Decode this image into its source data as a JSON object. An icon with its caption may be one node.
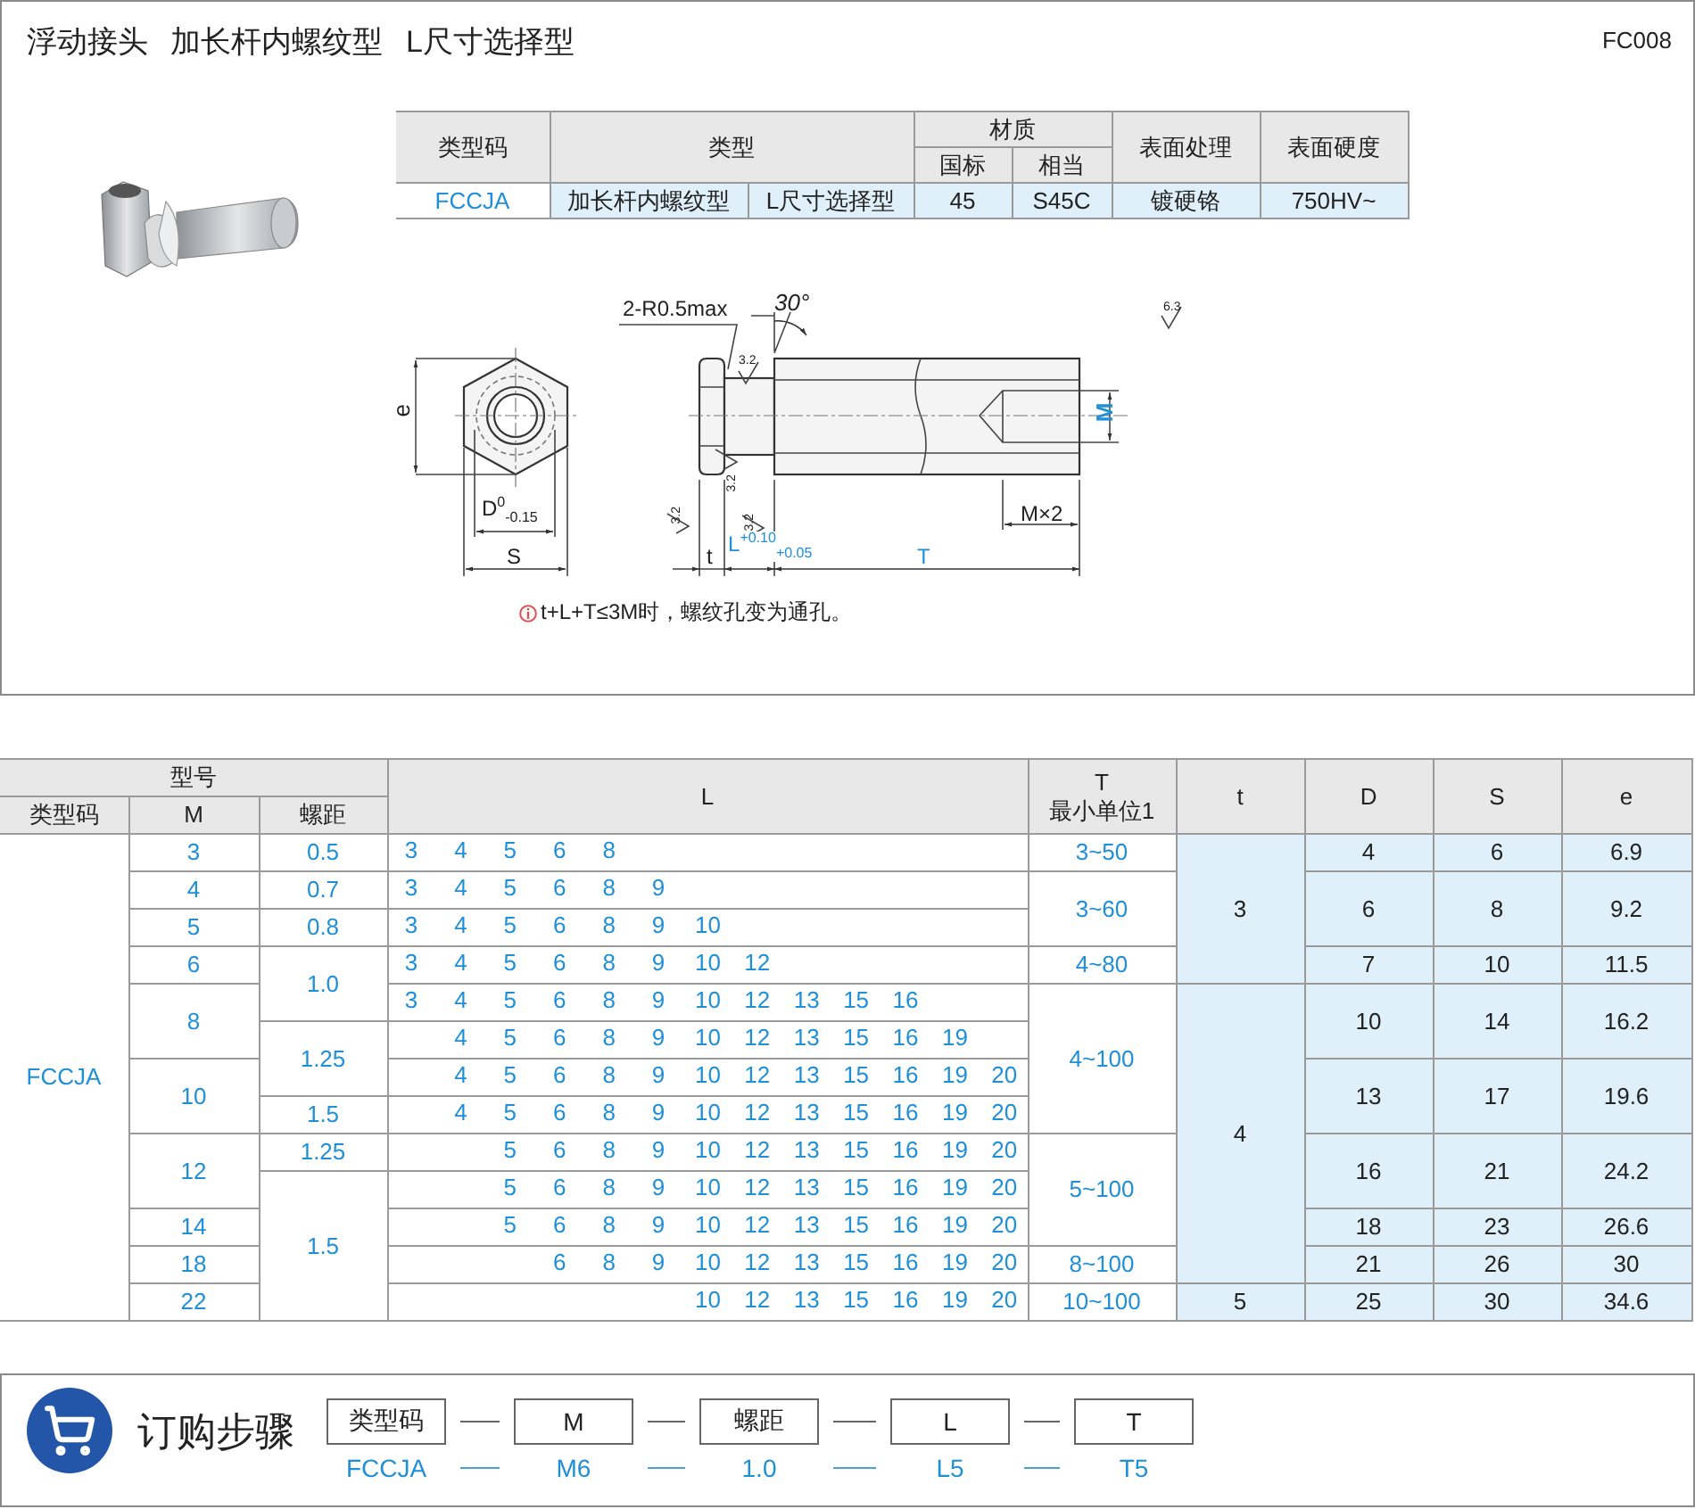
{
  "diagram": {
    "title": "浮动接头 加长杆内螺纹型 L尺寸选择型",
    "nodes": [
      {
        "text": [
          "类型码"
        ]
      },
      {
        "text": [
          "M"
        ]
      },
      {
        "text": [
          "螺距"
        ]
      },
      {
        "text": [
          "L"
        ]
      },
      {
        "text": [
          "T"
        ]
      },
      {
        "text": [
          "FCCJA"
        ]
      },
      {
        "text": [
          "M6"
        ]
      },
      {
        "text": [
          "1.0"
        ]
      },
      {
        "text": [
          "L5"
        ]
      },
      {
        "text": [
          "T5"
        ]
      }
    ],
    "edges": [
      {
        "from": 0,
        "to": 1,
        "arrow": "none"
      },
      {
        "from": 1,
        "to": 2,
        "arrow": "none"
      },
      {
        "from": 2,
        "to": 3,
        "arrow": "none"
      },
      {
        "from": 3,
        "to": 4,
        "arrow": "none"
      },
      {
        "from": 5,
        "to": 6,
        "arrow": "none",
        "color": "#4a9fd8"
      },
      {
        "from": 6,
        "to": 7,
        "arrow": "none",
        "color": "#4a9fd8"
      },
      {
        "from": 7,
        "to": 8,
        "arrow": "none",
        "color": "#4a9fd8"
      },
      {
        "from": 8,
        "to": 9,
        "arrow": "none",
        "color": "#4a9fd8"
      }
    ],
    "labels": [
      "FC008",
      "类型码",
      "类型",
      "材质",
      "表面处理",
      "表面硬度",
      "国标",
      "相当",
      "FCCJA",
      "加长杆内螺纹型",
      "L尺寸选择型",
      "45",
      "S45C",
      "镀硬铬",
      "750HV~",
      "2-R0.5max",
      "30°",
      "6.3",
      "e",
      "3.2",
      "M",
      "3.2",
      "3.2",
      "3.2",
      "M×2",
      "D$^{0}$$_{-0.15}$",
      "S",
      "t",
      "L$^{+0.10}$$_{+0.05}$",
      "T",
      "t+L+T≤3M时，螺纹孔变为通孔。",
      "型号",
      "L",
      "T",
      "最小单位1",
      "t",
      "D",
      "S",
      "e",
      "类型码",
      "M",
      "螺距",
      "FCCJA",
      "3",
      "0.5",
      "3",
      "4",
      "5",
      "6",
      "8",
      "3~50",
      "3",
      "4",
      "6",
      "6.9",
      "4",
      "0.7",
      "3",
      "4",
      "5",
      "6",
      "8",
      "9",
      "3~60",
      "6",
      "8",
      "9.2",
      "5",
      "0.8",
      "3",
      "4",
      "5",
      "6",
      "8",
      "9",
      "10",
      "6",
      "1.0",
      "3",
      "4",
      "5",
      "6",
      "8",
      "9",
      "10",
      "12",
      "4~80",
      "7",
      "10",
      "11.5",
      "8",
      "3",
      "4",
      "5",
      "6",
      "8",
      "9",
      "10",
      "12",
      "13",
      "15",
      "16",
      "4~100",
      "4",
      "10",
      "14",
      "16.2",
      "1.25",
      "4",
      "5",
      "6",
      "8",
      "9",
      "10",
      "12",
      "13",
      "15",
      "16",
      "19",
      "10",
      "4",
      "5",
      "6",
      "8",
      "9",
      "10",
      "12",
      "13",
      "15",
      "16",
      "19",
      "20",
      "13",
      "17",
      "19.6",
      "1.5",
      "4",
      "5",
      "6",
      "8",
      "9",
      "10",
      "12",
      "13",
      "15",
      "16",
      "19",
      "20",
      "12",
      "1.25",
      "5",
      "6",
      "8",
      "9",
      "10",
      "12",
      "13",
      "15",
      "16",
      "19",
      "20",
      "5~100",
      "16",
      "21",
      "24.2",
      "1.5",
      "5",
      "6",
      "8",
      "9",
      "10",
      "12",
      "13",
      "15",
      "16",
      "19",
      "20",
      "14",
      "5",
      "6",
      "8",
      "9",
      "10",
      "12",
      "13",
      "15",
      "16",
      "19",
      "20",
      "18",
      "23",
      "26.6",
      "18",
      "6",
      "8",
      "9",
      "10",
      "12",
      "13",
      "15",
      "16",
      "19",
      "20",
      "8~100",
      "21",
      "26",
      "30",
      "22",
      "10",
      "12",
      "13",
      "15",
      "16",
      "19",
      "20",
      "10~100",
      "5",
      "25",
      "30",
      "34.6",
      "订购步骤"
    ]
  }
}
